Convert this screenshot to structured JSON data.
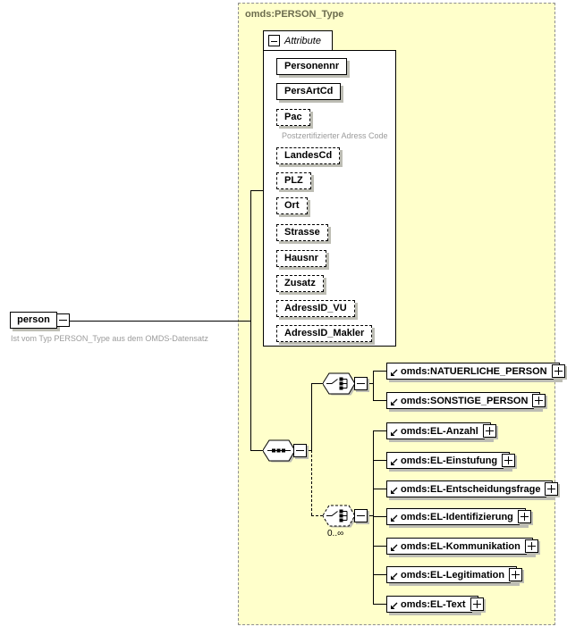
{
  "type_header": {
    "label": "omds:PERSON_Type"
  },
  "root_element": {
    "label": "person",
    "annotation": "Ist vom Typ PERSON_Type aus dem OMDS-Datensatz"
  },
  "attributes": {
    "tab_label": "Attribute",
    "items": [
      {
        "name": "Personennr",
        "required": true
      },
      {
        "name": "PersArtCd",
        "required": true
      },
      {
        "name": "Pac",
        "required": false,
        "annotation": "Postzertifizierter Adress Code"
      },
      {
        "name": "LandesCd",
        "required": false
      },
      {
        "name": "PLZ",
        "required": false
      },
      {
        "name": "Ort",
        "required": false
      },
      {
        "name": "Strasse",
        "required": false
      },
      {
        "name": "Hausnr",
        "required": false
      },
      {
        "name": "Zusatz",
        "required": false
      },
      {
        "name": "AdressID_VU",
        "required": false
      },
      {
        "name": "AdressID_Makler",
        "required": false
      }
    ]
  },
  "content_model": {
    "sequence_compositor": "sequence",
    "choice_top": {
      "compositor": "choice",
      "elements": [
        {
          "label": "omds:NATUERLICHE_PERSON"
        },
        {
          "label": "omds:SONSTIGE_PERSON"
        }
      ]
    },
    "choice_bottom": {
      "compositor": "choice",
      "optional": true,
      "occurrence": "0..∞",
      "elements": [
        {
          "label": "omds:EL-Anzahl"
        },
        {
          "label": "omds:EL-Einstufung"
        },
        {
          "label": "omds:EL-Entscheidungsfrage"
        },
        {
          "label": "omds:EL-Identifizierung"
        },
        {
          "label": "omds:EL-Kommunikation"
        },
        {
          "label": "omds:EL-Legitimation"
        },
        {
          "label": "omds:EL-Text"
        }
      ]
    }
  },
  "icons": {
    "collapse": "minus-icon",
    "expand": "plus-icon",
    "sequence": "sequence-compositor-icon",
    "choice": "choice-compositor-icon",
    "reference": "element-reference-arrow-icon"
  },
  "colors": {
    "container_fill": "#ffffcb",
    "container_border": "#8f8f8f",
    "node_shadow": "#bdbdb4",
    "annotation_text": "#9b9b9b",
    "type_label_text": "#6c6c4e"
  }
}
